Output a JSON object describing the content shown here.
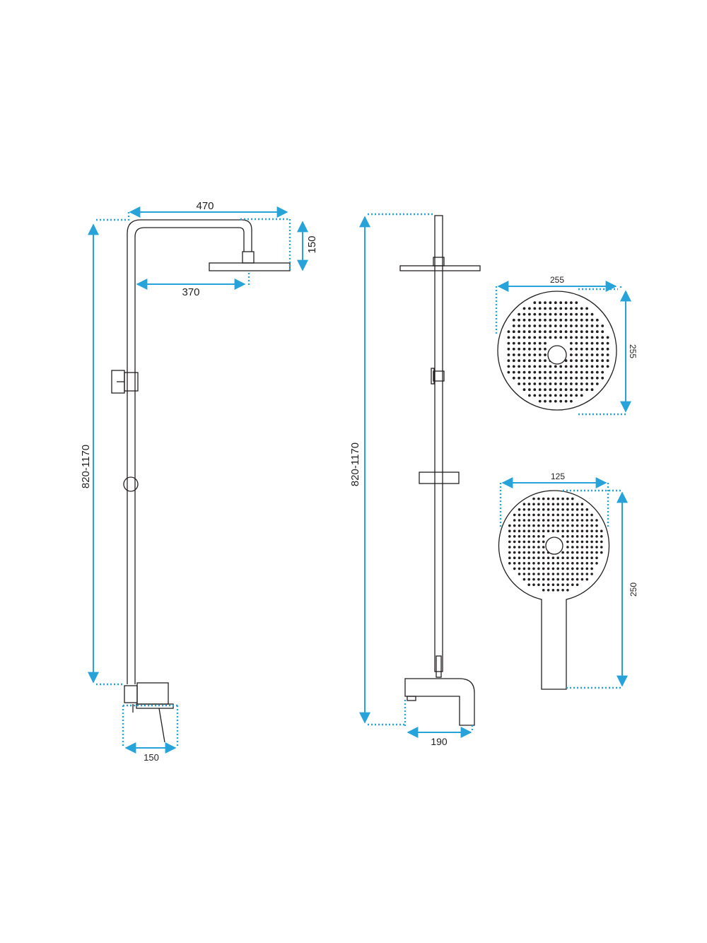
{
  "colors": {
    "dimension": "#27a3d9",
    "outline": "#231f20",
    "background": "#ffffff"
  },
  "views": {
    "front": {
      "total_height": "820-1170",
      "arm_width": "470",
      "head_offset": "370",
      "head_drop": "150",
      "base_width": "150"
    },
    "side": {
      "total_height": "820-1170",
      "spout_depth": "190"
    },
    "rain_head": {
      "width": "255",
      "height": "255"
    },
    "hand_shower": {
      "width": "125",
      "length": "250"
    }
  }
}
